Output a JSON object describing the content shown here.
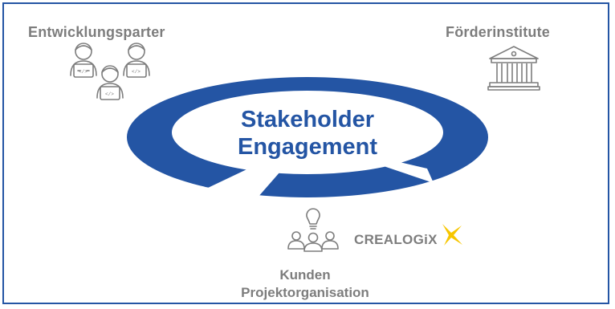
{
  "diagram": {
    "center": {
      "line1": "Stakeholder",
      "line2": "Engagement"
    },
    "stakeholders": {
      "top_left": "Entwicklungsparter",
      "top_right": "Förderinstitute",
      "bottom_line1": "Kunden",
      "bottom_line2": "Projektorganisation"
    },
    "logo": {
      "text": "CREALOGiX",
      "star_color": "#f7c600"
    },
    "colors": {
      "accent": "#2455a4",
      "label": "#7d7d7d"
    }
  }
}
